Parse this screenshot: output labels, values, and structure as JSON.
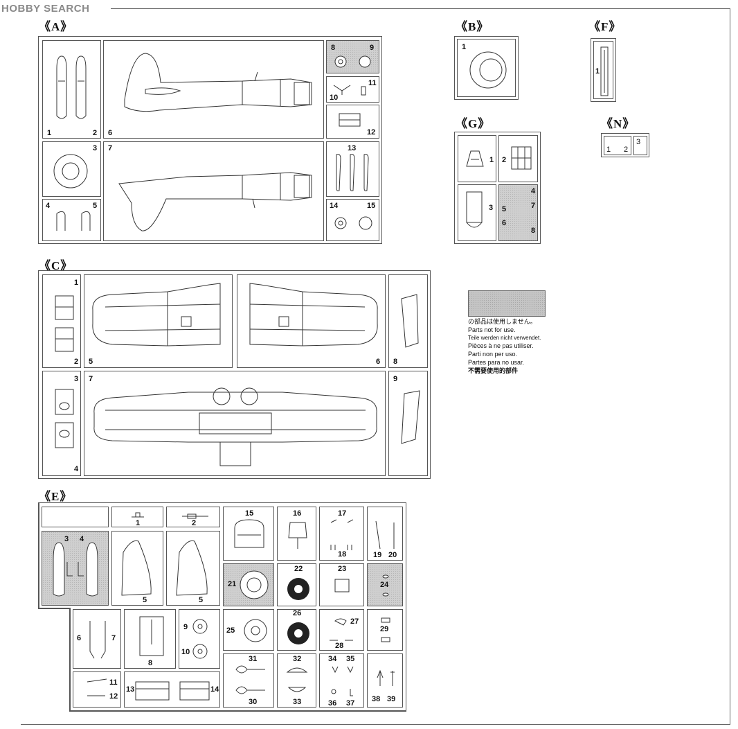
{
  "watermark": "HOBBY SEARCH",
  "sheets": {
    "A": "《A》",
    "B": "《B》",
    "F": "《F》",
    "G": "《G》",
    "N": "《N》",
    "C": "《C》",
    "E": "《E》"
  },
  "legend": {
    "swatch_color": "#c4c4c4",
    "lines": [
      "の部品は使用しません。",
      "Parts not for use.",
      "Teile werden nicht verwendet.",
      "Pièces à ne pas utiliser.",
      "Parti non per uso.",
      "Partes para no usar.",
      "不需要使用的部件"
    ]
  },
  "A": {
    "n1": "1",
    "n2": "2",
    "n3": "3",
    "n4": "4",
    "n5": "5",
    "n6": "6",
    "n7": "7",
    "n8": "8",
    "n9": "9",
    "n10": "10",
    "n11": "11",
    "n12": "12",
    "n13": "13",
    "n14": "14",
    "n15": "15"
  },
  "B": {
    "n1": "1"
  },
  "F": {
    "n1": "1"
  },
  "G": {
    "n1": "1",
    "n2": "2",
    "n3": "3",
    "n4": "4",
    "n5": "5",
    "n6": "6",
    "n7": "7",
    "n8": "8"
  },
  "N": {
    "n1": "1",
    "n2": "2",
    "n3": "3"
  },
  "C": {
    "n1": "1",
    "n2": "2",
    "n3": "3",
    "n4": "4",
    "n5": "5",
    "n6": "6",
    "n7": "7",
    "n8": "8",
    "n9": "9"
  },
  "E": {
    "n1": "1",
    "n2": "2",
    "n3": "3",
    "n4": "4",
    "n5a": "5",
    "n5b": "5",
    "n6": "6",
    "n7": "7",
    "n8": "8",
    "n9": "9",
    "n10": "10",
    "n11": "11",
    "n12": "12",
    "n13": "13",
    "n14": "14",
    "n15": "15",
    "n16": "16",
    "n17": "17",
    "n18": "18",
    "n19": "19",
    "n20": "20",
    "n21": "21",
    "n22": "22",
    "n23": "23",
    "n24": "24",
    "n25": "25",
    "n26": "26",
    "n27": "27",
    "n28": "28",
    "n29": "29",
    "n30": "30",
    "n31": "31",
    "n32": "32",
    "n33": "33",
    "n34": "34",
    "n35": "35",
    "n36": "36",
    "n37": "37",
    "n38": "38",
    "n39": "39"
  }
}
